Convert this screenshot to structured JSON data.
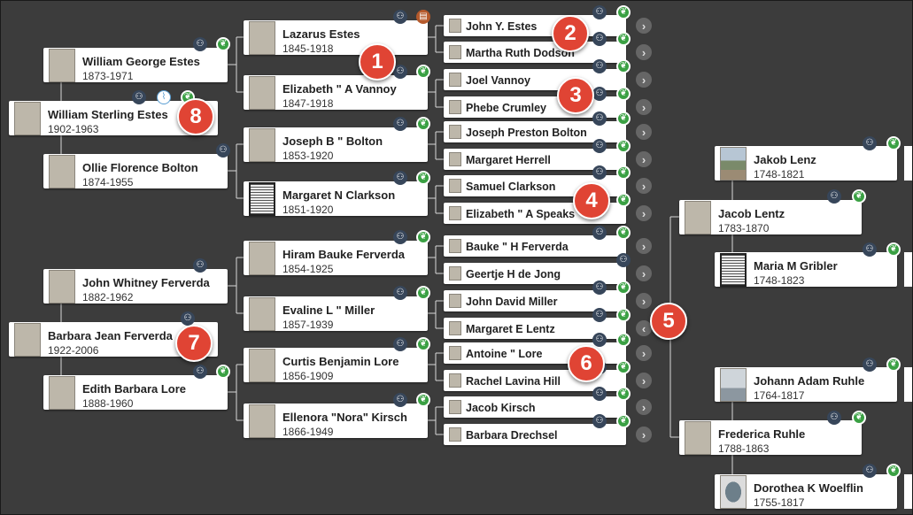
{
  "people": {
    "william_sterling": {
      "name": "William Sterling Estes",
      "dates": "1902-1963"
    },
    "william_george": {
      "name": "William George Estes",
      "dates": "1873-1971"
    },
    "ollie_florence": {
      "name": "Ollie Florence Bolton",
      "dates": "1874-1955"
    },
    "lazarus": {
      "name": "Lazarus Estes",
      "dates": "1845-1918"
    },
    "elizabeth_vannoy": {
      "name": "Elizabeth \" A Vannoy",
      "dates": "1847-1918"
    },
    "joseph_bolton": {
      "name": "Joseph B \" Bolton",
      "dates": "1853-1920"
    },
    "margaret_clarkson": {
      "name": "Margaret N Clarkson",
      "dates": "1851-1920"
    },
    "john_y_estes": {
      "name": "John Y. Estes"
    },
    "martha_dodson": {
      "name": "Martha Ruth Dodson"
    },
    "joel_vannoy": {
      "name": "Joel Vannoy"
    },
    "phebe_crumley": {
      "name": "Phebe Crumley"
    },
    "joseph_preston": {
      "name": "Joseph Preston Bolton"
    },
    "margaret_herrell": {
      "name": "Margaret Herrell"
    },
    "samuel_clarkson": {
      "name": "Samuel Clarkson"
    },
    "elizabeth_speaks": {
      "name": "Elizabeth \" A Speaks"
    },
    "barbara_jean": {
      "name": "Barbara Jean Ferverda",
      "dates": "1922-2006"
    },
    "john_whitney": {
      "name": "John Whitney Ferverda",
      "dates": "1882-1962"
    },
    "edith_barbara": {
      "name": "Edith Barbara Lore",
      "dates": "1888-1960"
    },
    "hiram": {
      "name": "Hiram Bauke Ferverda",
      "dates": "1854-1925"
    },
    "evaline": {
      "name": "Evaline L \" Miller",
      "dates": "1857-1939"
    },
    "curtis": {
      "name": "Curtis Benjamin Lore",
      "dates": "1856-1909"
    },
    "ellenora": {
      "name": "Ellenora \"Nora\" Kirsch",
      "dates": "1866-1949"
    },
    "bauke": {
      "name": "Bauke \" H Ferverda"
    },
    "geertje": {
      "name": "Geertje H de Jong"
    },
    "john_david": {
      "name": "John David Miller"
    },
    "margaret_lentz": {
      "name": "Margaret E Lentz"
    },
    "antoine": {
      "name": "Antoine \" Lore"
    },
    "rachel": {
      "name": "Rachel Lavina Hill"
    },
    "jacob_kirsch": {
      "name": "Jacob Kirsch"
    },
    "barbara_drechsel": {
      "name": "Barbara Drechsel"
    },
    "jakob_lenz": {
      "name": "Jakob Lenz",
      "dates": "1748-1821"
    },
    "jacob_lentz": {
      "name": "Jacob Lentz",
      "dates": "1783-1870"
    },
    "maria_gribler": {
      "name": "Maria M Gribler",
      "dates": "1748-1823"
    },
    "johann_ruhle": {
      "name": "Johann Adam Ruhle",
      "dates": "1764-1817"
    },
    "frederica": {
      "name": "Frederica Ruhle",
      "dates": "1788-1863"
    },
    "dorothea": {
      "name": "Dorothea K Woelflin",
      "dates": "1755-1817"
    }
  },
  "markers": [
    "1",
    "2",
    "3",
    "4",
    "5",
    "6",
    "7",
    "8"
  ],
  "icons": {
    "family_tree": "family-tree-icon",
    "hint": "leaf-hint-icon",
    "source": "source-record-icon",
    "ethnicity": "dna-ethnicity-icon",
    "expand_right": "›",
    "collapse_left": "‹"
  },
  "colors": {
    "background": "#3c3c3c",
    "card": "#ffffff",
    "connector": "#d9d9d9",
    "hint_green": "#3aa043",
    "family_navy": "#37465a",
    "marker_red": "#e04434"
  }
}
